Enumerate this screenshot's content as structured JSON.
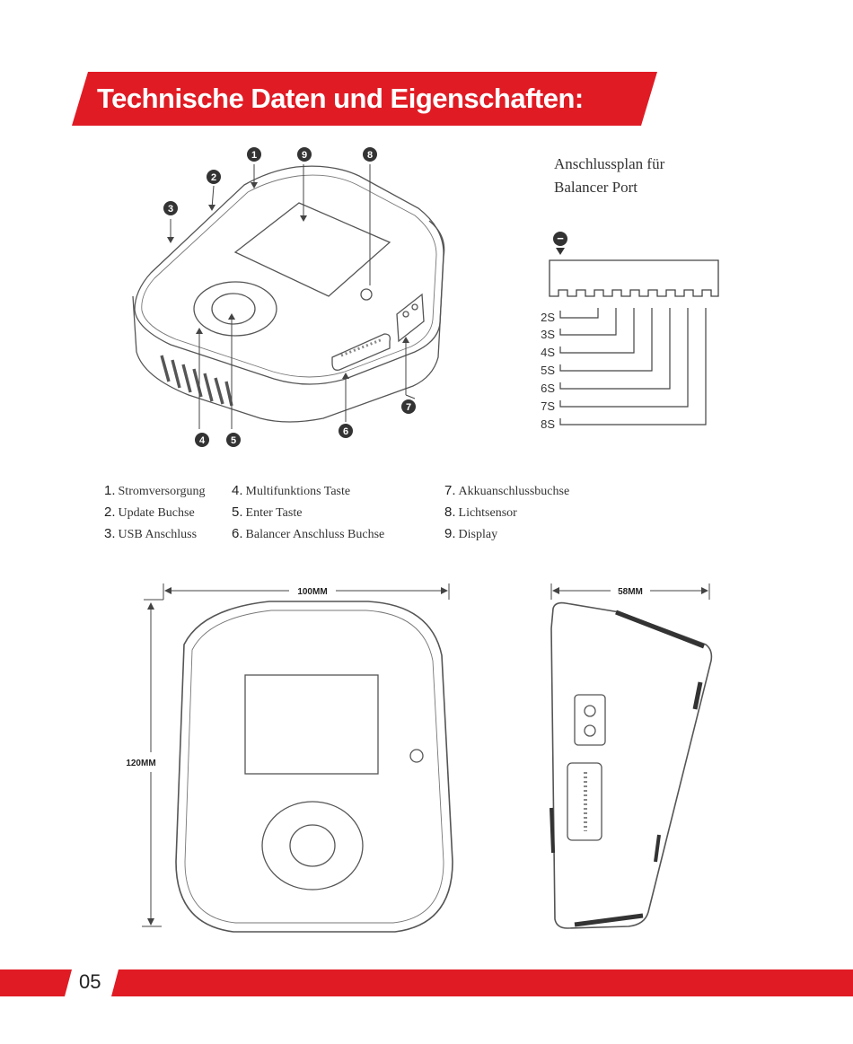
{
  "header": {
    "title": "Technische Daten und Eigenschaften:"
  },
  "callouts": [
    "1",
    "2",
    "3",
    "4",
    "5",
    "6",
    "7",
    "8",
    "9"
  ],
  "balancer": {
    "title_line1": "Anschlussplan für",
    "title_line2": "Balancer Port",
    "pins": [
      "2S",
      "3S",
      "4S",
      "5S",
      "6S",
      "7S",
      "8S"
    ],
    "minus_symbol": "−"
  },
  "legend": [
    {
      "num": "1.",
      "label": "Stromversorgung"
    },
    {
      "num": "2.",
      "label": "Update Buchse"
    },
    {
      "num": "3.",
      "label": "USB Anschluss"
    },
    {
      "num": "4.",
      "label": "Multifunktions Taste"
    },
    {
      "num": "5.",
      "label": "Enter Taste"
    },
    {
      "num": "6.",
      "label": "Balancer Anschluss Buchse"
    },
    {
      "num": "7.",
      "label": "Akkuanschlussbuchse"
    },
    {
      "num": "8.",
      "label": "Lichtsensor"
    },
    {
      "num": "9.",
      "label": "Display"
    }
  ],
  "dimensions": {
    "width": "100MM",
    "height": "120MM",
    "depth": "58MM"
  },
  "footer": {
    "page_number": "05"
  },
  "colors": {
    "accent": "#e01b24",
    "line": "#555555",
    "callout": "#333333"
  }
}
